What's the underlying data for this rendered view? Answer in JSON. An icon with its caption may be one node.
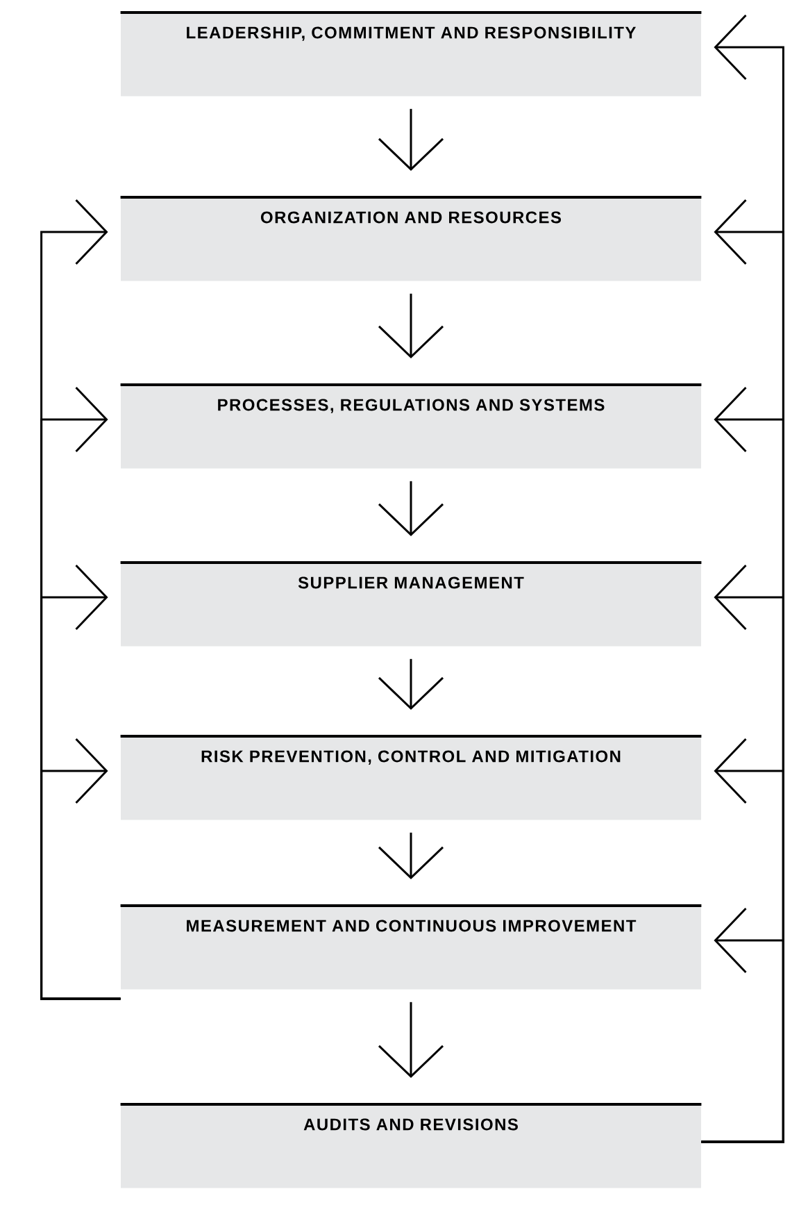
{
  "diagram": {
    "nodes": [
      {
        "text": [
          "LEADERSHIP, COMMITMENT AND RESPONSIBILITY"
        ]
      },
      {
        "text": [
          "ORGANIZATION AND RESOURCES"
        ]
      },
      {
        "text": [
          "PROCESSES, REGULATIONS AND SYSTEMS"
        ]
      },
      {
        "text": [
          "SUPPLIER MANAGEMENT"
        ]
      },
      {
        "text": [
          "RISK PREVENTION, CONTROL AND MITIGATION"
        ]
      },
      {
        "text": [
          "MEASUREMENT AND CONTINUOUS IMPROVEMENT"
        ]
      },
      {
        "text": [
          "AUDITS AND REVISIONS"
        ]
      }
    ],
    "edges": [
      {
        "from": 0,
        "to": 1,
        "arrow": "to"
      },
      {
        "from": 1,
        "to": 2,
        "arrow": "to"
      },
      {
        "from": 2,
        "to": 3,
        "arrow": "to"
      },
      {
        "from": 3,
        "to": 4,
        "arrow": "to"
      },
      {
        "from": 4,
        "to": 5,
        "arrow": "to"
      },
      {
        "from": 5,
        "to": 6,
        "arrow": "to"
      },
      {
        "from": 5,
        "to": 1,
        "arrow": "to"
      },
      {
        "from": 5,
        "to": 2,
        "arrow": "to"
      },
      {
        "from": 5,
        "to": 3,
        "arrow": "to"
      },
      {
        "from": 5,
        "to": 4,
        "arrow": "to"
      },
      {
        "from": 6,
        "to": 0,
        "arrow": "to"
      },
      {
        "from": 6,
        "to": 1,
        "arrow": "to"
      },
      {
        "from": 6,
        "to": 2,
        "arrow": "to"
      },
      {
        "from": 6,
        "to": 3,
        "arrow": "to"
      },
      {
        "from": 6,
        "to": 4,
        "arrow": "to"
      },
      {
        "from": 6,
        "to": 5,
        "arrow": "to"
      }
    ]
  }
}
